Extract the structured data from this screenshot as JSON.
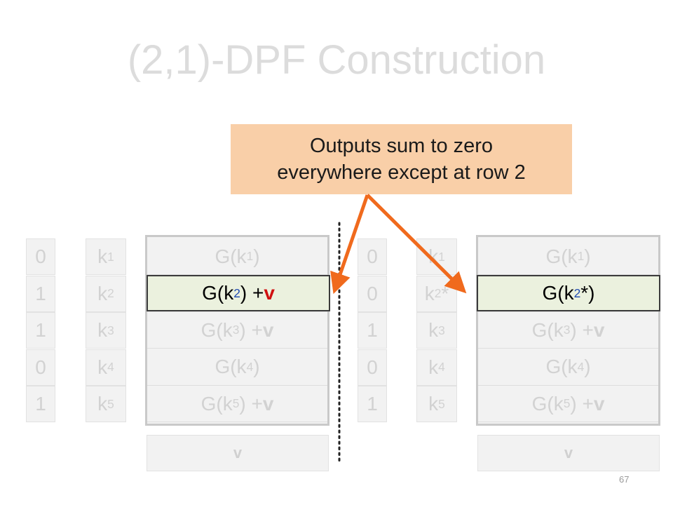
{
  "title": "(2,1)-DPF Construction",
  "callout": {
    "line1": "Outputs sum to zero",
    "line2": "everywhere except at row 2"
  },
  "left": {
    "bits": [
      "0",
      "1",
      "1",
      "0",
      "1"
    ],
    "keys": [
      {
        "base": "k",
        "sub": "1",
        "star": ""
      },
      {
        "base": "k",
        "sub": "2",
        "star": ""
      },
      {
        "base": "k",
        "sub": "3",
        "star": ""
      },
      {
        "base": "k",
        "sub": "4",
        "star": ""
      },
      {
        "base": "k",
        "sub": "5",
        "star": ""
      }
    ],
    "outputs": [
      {
        "pre": "G(k",
        "sub": "1",
        "post": ")",
        "v": ""
      },
      {
        "pre": "G(k",
        "sub": "2",
        "post": ") + ",
        "v": "v"
      },
      {
        "pre": "G(k",
        "sub": "3",
        "post": ") + ",
        "v": "v"
      },
      {
        "pre": "G(k",
        "sub": "4",
        "post": ")",
        "v": ""
      },
      {
        "pre": "G(k",
        "sub": "5",
        "post": ") + ",
        "v": "v"
      }
    ],
    "highlight_row": 1,
    "v_box": "v"
  },
  "right": {
    "bits": [
      "0",
      "0",
      "1",
      "0",
      "1"
    ],
    "keys": [
      {
        "base": "k",
        "sub": "1",
        "star": ""
      },
      {
        "base": "k",
        "sub": "2",
        "star": "*"
      },
      {
        "base": "k",
        "sub": "3",
        "star": ""
      },
      {
        "base": "k",
        "sub": "4",
        "star": ""
      },
      {
        "base": "k",
        "sub": "5",
        "star": ""
      }
    ],
    "outputs": [
      {
        "pre": "G(k",
        "sub": "1",
        "post": ")",
        "v": ""
      },
      {
        "pre": "G(k",
        "sub": "2",
        "post": "*)",
        "v": ""
      },
      {
        "pre": "G(k",
        "sub": "3",
        "post": ") + ",
        "v": "v"
      },
      {
        "pre": "G(k",
        "sub": "4",
        "post": ")",
        "v": ""
      },
      {
        "pre": "G(k",
        "sub": "5",
        "post": ") + ",
        "v": "v"
      }
    ],
    "highlight_row": 1,
    "v_box": "v"
  },
  "slide_number": "67",
  "colors": {
    "arrow": "#f06a1d",
    "callout_bg": "#f9cfa8",
    "highlight_bg": "#ebf1de",
    "key_blue": "#1f49b0",
    "v_red": "#d01010"
  }
}
